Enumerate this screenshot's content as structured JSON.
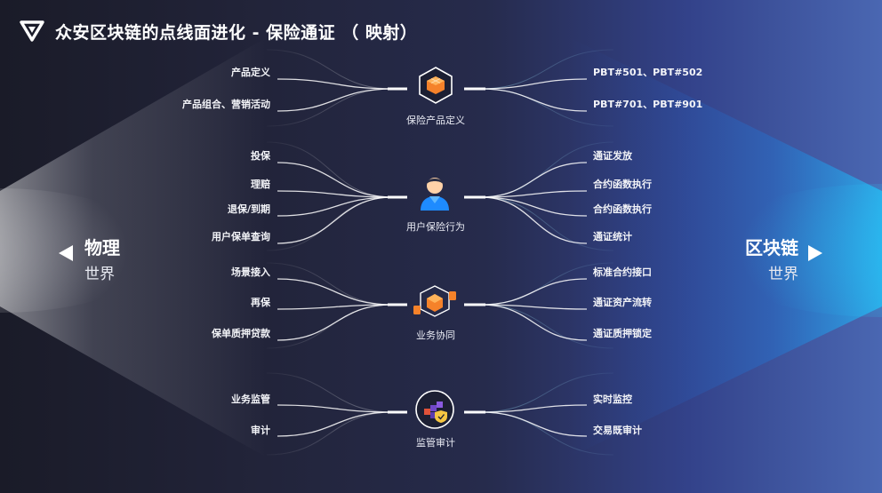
{
  "header": {
    "title": "众安区块链的点线面进化 - 保险通证 （ 映射）"
  },
  "left_world": {
    "title": "物理",
    "subtitle": "世界"
  },
  "right_world": {
    "title": "区块链",
    "subtitle": "世界"
  },
  "groups": [
    {
      "hub_label": "保险产品定义",
      "hub_icon": "cube-grid-icon",
      "left_items": [
        "产品定义",
        "产品组合、营销活动"
      ],
      "right_items": [
        "PBT#501、PBT#502",
        "PBT#701、PBT#901"
      ]
    },
    {
      "hub_label": "用户保险行为",
      "hub_icon": "user-icon",
      "left_items": [
        "投保",
        "理赔",
        "退保/到期",
        "用户保单查询"
      ],
      "right_items": [
        "通证发放",
        "合约函数执行",
        "合约函数执行",
        "通证统计"
      ]
    },
    {
      "hub_label": "业务协同",
      "hub_icon": "cube-collaboration-icon",
      "left_items": [
        "场景接入",
        "再保",
        "保单质押贷款"
      ],
      "right_items": [
        "标准合约接口",
        "通证资产流转",
        "通证质押锁定"
      ]
    },
    {
      "hub_label": "监管审计",
      "hub_icon": "audit-shield-icon",
      "left_items": [
        "业务监管",
        "审计"
      ],
      "right_items": [
        "实时监控",
        "交易既审计"
      ]
    }
  ],
  "colors": {
    "accent_orange": "#f5822a",
    "accent_blue": "#1fb6ff",
    "line_white": "#ffffff"
  }
}
